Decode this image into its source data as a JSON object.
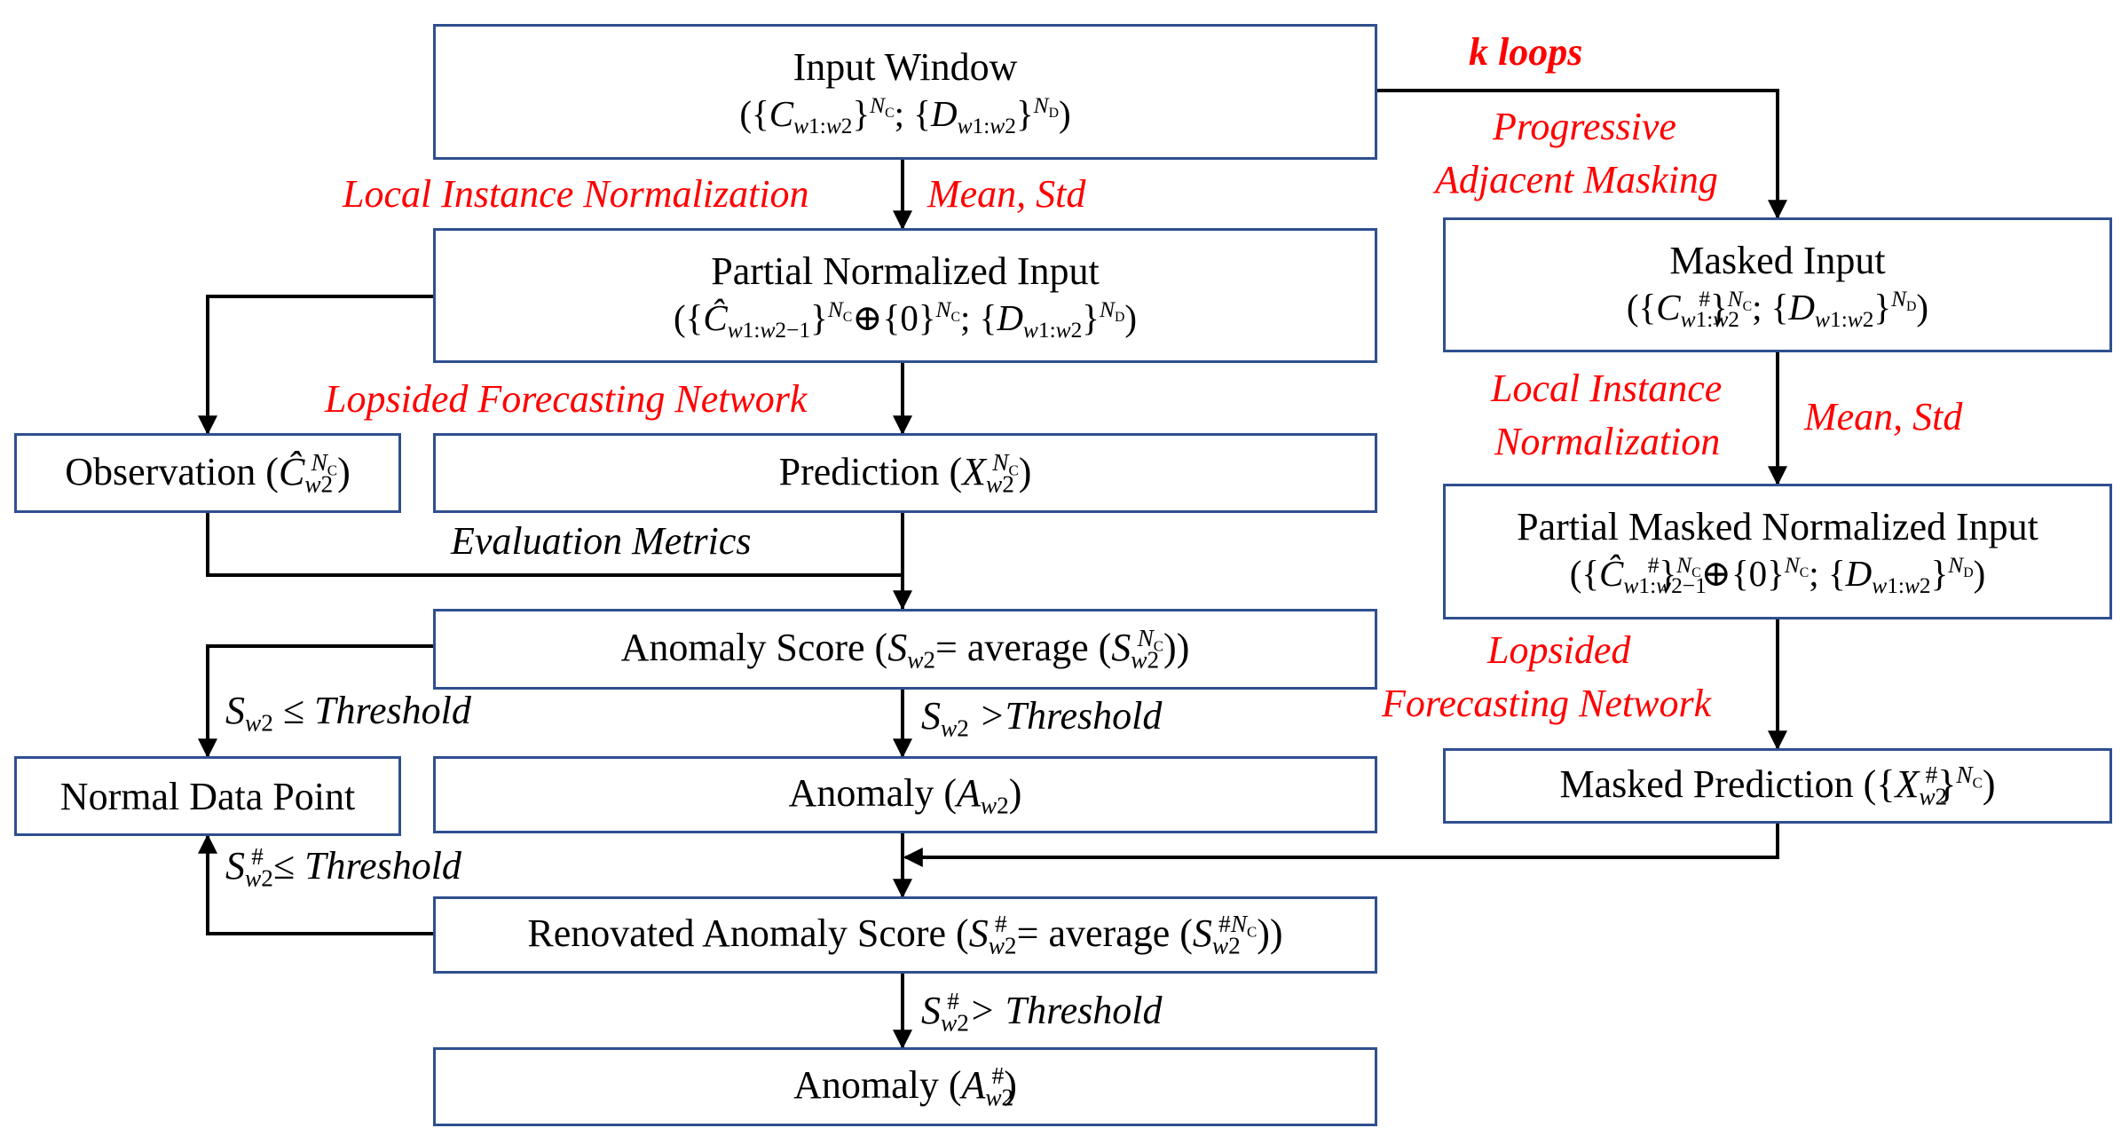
{
  "colors": {
    "box_border": "#2F4F8F",
    "label_red": "#FF0000",
    "line": "#000000"
  },
  "boxes": {
    "input_window": {
      "title": "Input Window",
      "formula": "({Cw1:w2}NC; {Dw1:w2}ND)"
    },
    "partial_normalized_input": {
      "title": "Partial Normalized Input",
      "formula": "({Ĉw1:w2−1}NC ⊕ {0}NC; {Dw1:w2}ND)"
    },
    "observation": {
      "text": "Observation (Ĉw2NC)"
    },
    "prediction": {
      "text": "Prediction (Xw2NC)"
    },
    "anomaly_score": {
      "text": "Anomaly Score (Sw2= average (Sw2NC))"
    },
    "normal_data_point": {
      "text": "Normal Data Point"
    },
    "anomaly": {
      "text": "Anomaly (Aw2)"
    },
    "renovated_anomaly_score": {
      "text": "Renovated Anomaly Score (S#w2 = average (S#NCw2))"
    },
    "final_anomaly": {
      "text": "Anomaly (A#w2)"
    },
    "masked_input": {
      "title": "Masked Input",
      "formula": "({C#w1:w2}NC; {Dw1:w2}ND)"
    },
    "partial_masked_normalized_input": {
      "title": "Partial Masked Normalized Input",
      "formula": "({Ĉ#w1:w2−1}NC ⊕ {0}NC; {Dw1:w2}ND)"
    },
    "masked_prediction": {
      "text": "Masked Prediction ({X#w2}NC)"
    }
  },
  "labels": {
    "k_loops": "k loops",
    "progressive_line1": "Progressive",
    "progressive_line2": "Adjacent Masking",
    "local_instance_normalization": "Local Instance Normalization",
    "mean_std_left": "Mean, Std",
    "lopsided_forecasting_network": "Lopsided Forecasting Network",
    "evaluation_metrics": "Evaluation Metrics",
    "local_instance_line1": "Local Instance",
    "local_instance_line2": "Normalization",
    "mean_std_right": "Mean, Std",
    "lopsided_line1": "Lopsided",
    "lopsided_line2": "Forecasting Network",
    "threshold_le": "Sw2 ≤ Threshold",
    "threshold_gt": "Sw2 >Threshold",
    "threshold_le_masked": "S#w2 ≤ Threshold",
    "threshold_gt_masked": "S#w2 > Threshold",
    "threshold_word": "Threshold",
    "threshold_gt_word": ">Threshold",
    "threshold_gt_masked_word": "> Threshold"
  }
}
